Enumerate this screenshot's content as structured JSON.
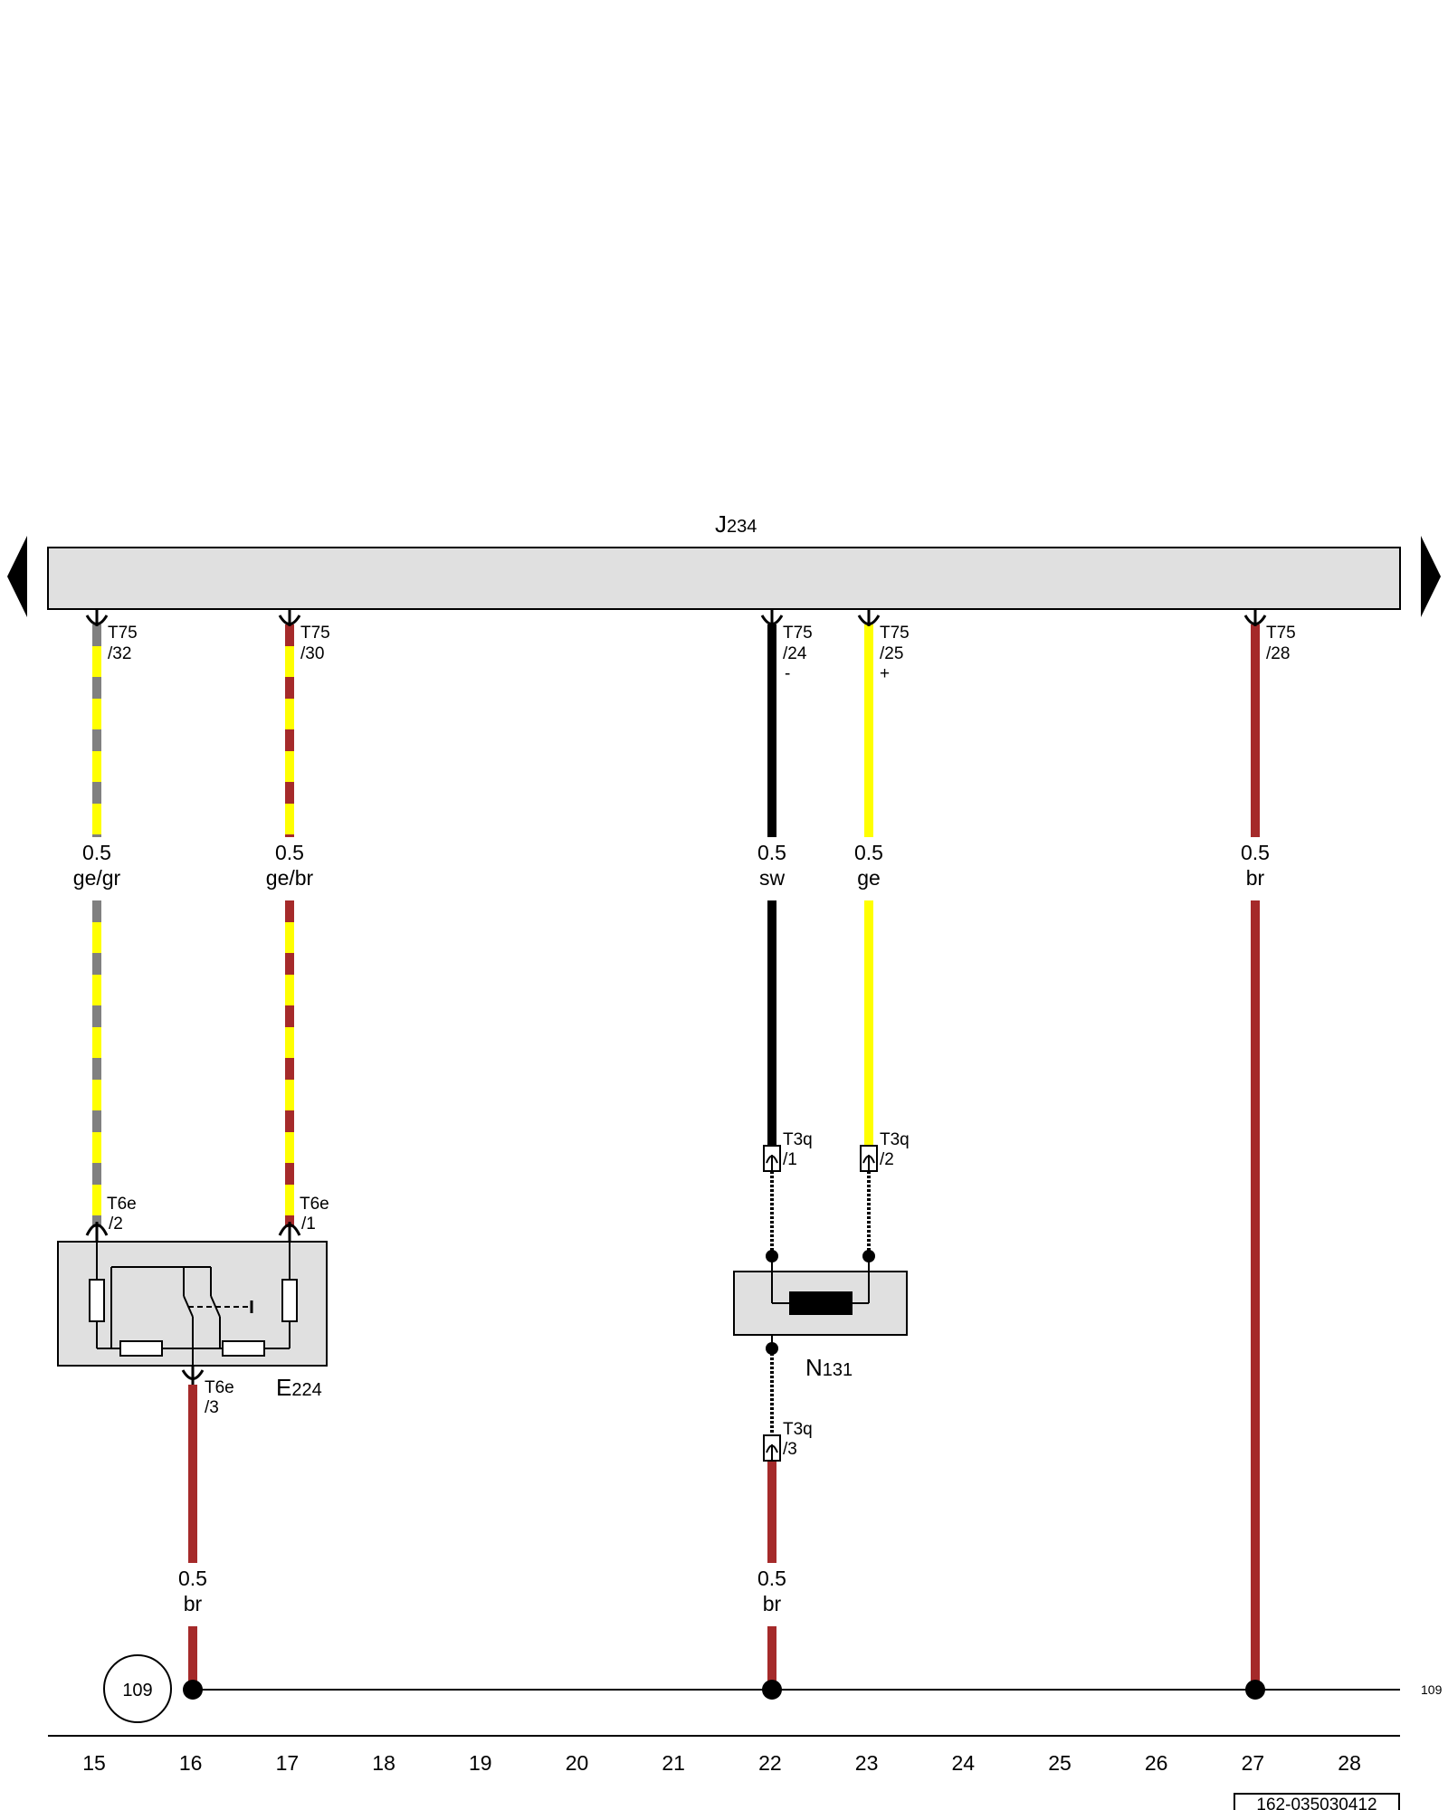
{
  "control_unit": {
    "letter": "J",
    "sub": "234"
  },
  "connectors": {
    "t75_32": {
      "name": "T75",
      "pin": "/32"
    },
    "t75_30": {
      "name": "T75",
      "pin": "/30"
    },
    "t75_24": {
      "name": "T75",
      "pin": "/24",
      "polarity": "-"
    },
    "t75_25": {
      "name": "T75",
      "pin": "/25",
      "polarity": "+"
    },
    "t75_28": {
      "name": "T75",
      "pin": "/28"
    },
    "t6e_2": {
      "name": "T6e",
      "pin": "/2"
    },
    "t6e_1": {
      "name": "T6e",
      "pin": "/1"
    },
    "t6e_3": {
      "name": "T6e",
      "pin": "/3"
    },
    "t3q_1": {
      "name": "T3q",
      "pin": "/1"
    },
    "t3q_2": {
      "name": "T3q",
      "pin": "/2"
    },
    "t3q_3": {
      "name": "T3q",
      "pin": "/3"
    }
  },
  "wires": {
    "w15": {
      "size": "0.5",
      "color": "ge/gr"
    },
    "w17": {
      "size": "0.5",
      "color": "ge/br"
    },
    "w22": {
      "size": "0.5",
      "color": "sw"
    },
    "w23": {
      "size": "0.5",
      "color": "ge"
    },
    "w27": {
      "size": "0.5",
      "color": "br"
    },
    "w16b": {
      "size": "0.5",
      "color": "br"
    },
    "w22b": {
      "size": "0.5",
      "color": "br"
    }
  },
  "components": {
    "e224": {
      "letter": "E",
      "sub": "224"
    },
    "n131": {
      "letter": "N",
      "sub": "131"
    }
  },
  "ground": {
    "number": "109",
    "continuation": "109"
  },
  "columns": [
    "15",
    "16",
    "17",
    "18",
    "19",
    "20",
    "21",
    "22",
    "23",
    "24",
    "25",
    "26",
    "27",
    "28"
  ],
  "page_code": "162-035030412",
  "wire_colors": {
    "yellow": "#ffff00",
    "grey": "#808080",
    "brown": "#a52a2a",
    "black": "#000000",
    "component_fill": "#e0e0e0"
  }
}
